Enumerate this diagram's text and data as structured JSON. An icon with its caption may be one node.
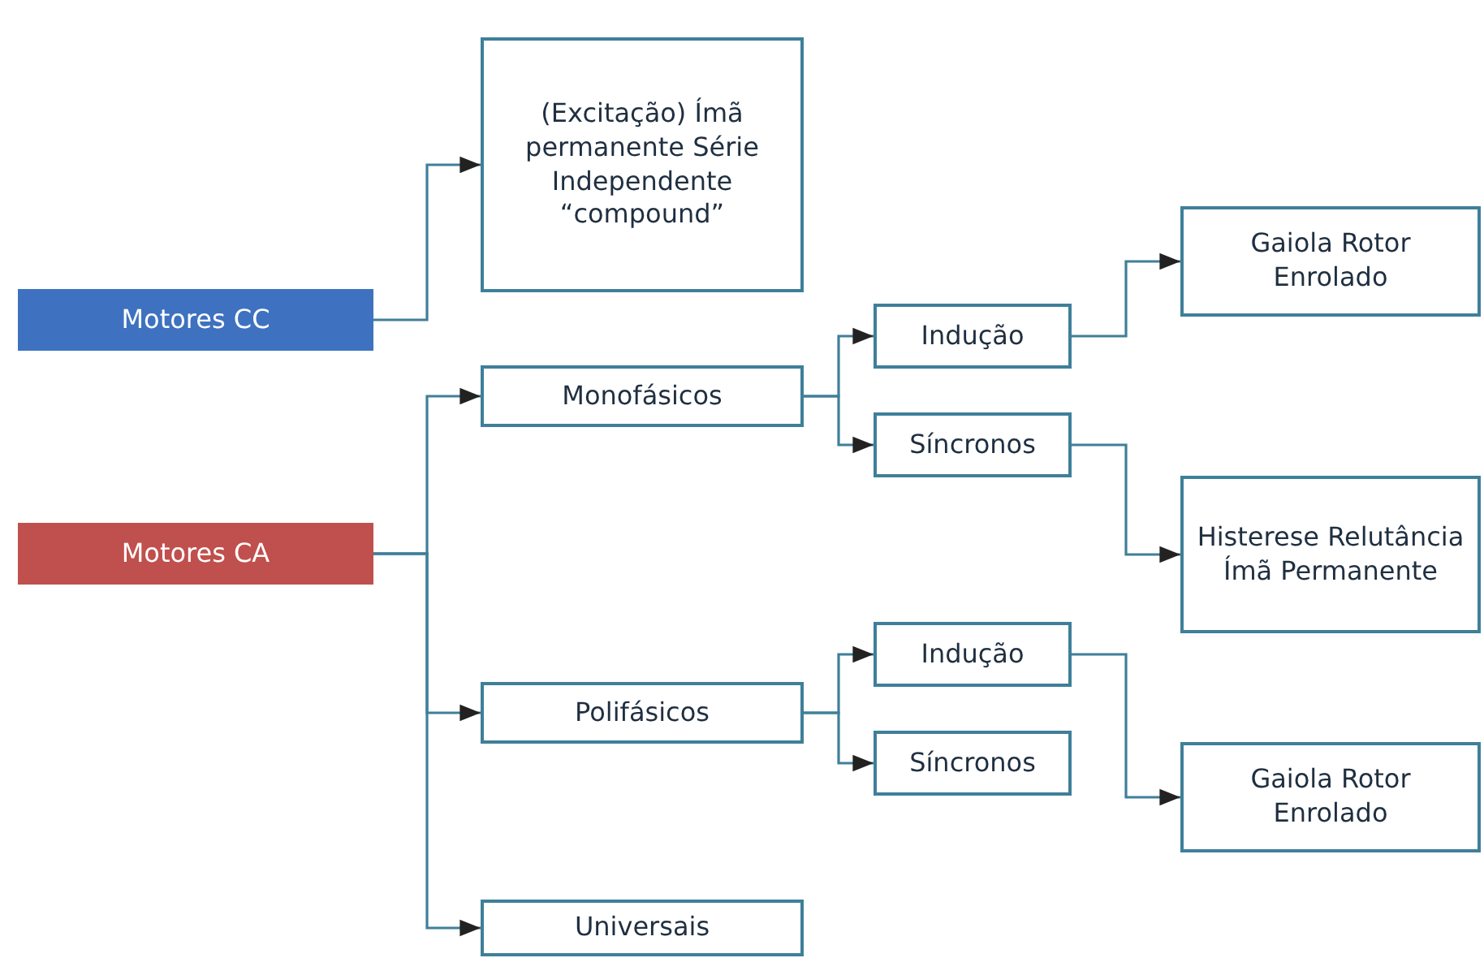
{
  "diagram": {
    "nodes": [
      {
        "text": [
          "Motores CC"
        ]
      },
      {
        "text": [
          "(Excitação) Ímã permanente Série Independente “compound”"
        ]
      },
      {
        "text": [
          "Motores CA"
        ]
      },
      {
        "text": [
          "Monofásicos"
        ]
      },
      {
        "text": [
          "Indução"
        ]
      },
      {
        "text": [
          "Síncronos"
        ]
      },
      {
        "text": [
          "Gaiola Rotor Enrolado"
        ]
      },
      {
        "text": [
          "Histerese Relutância Ímã Permanente"
        ]
      },
      {
        "text": [
          "Polifásicos"
        ]
      },
      {
        "text": [
          "Indução"
        ]
      },
      {
        "text": [
          "Síncronos"
        ]
      },
      {
        "text": [
          "Gaiola Rotor Enrolado"
        ]
      },
      {
        "text": [
          "Universais"
        ]
      }
    ],
    "edges": [
      {
        "from": 0,
        "to": 1,
        "arrow": "to"
      },
      {
        "from": 2,
        "to": 3,
        "arrow": "to"
      },
      {
        "from": 2,
        "to": 8,
        "arrow": "to"
      },
      {
        "from": 2,
        "to": 12,
        "arrow": "to"
      },
      {
        "from": 3,
        "to": 4,
        "arrow": "to"
      },
      {
        "from": 3,
        "to": 5,
        "arrow": "to"
      },
      {
        "from": 4,
        "to": 6,
        "arrow": "to"
      },
      {
        "from": 5,
        "to": 7,
        "arrow": "to"
      },
      {
        "from": 8,
        "to": 9,
        "arrow": "to"
      },
      {
        "from": 8,
        "to": 10,
        "arrow": "to"
      },
      {
        "from": 9,
        "to": 11,
        "arrow": "to"
      }
    ]
  }
}
